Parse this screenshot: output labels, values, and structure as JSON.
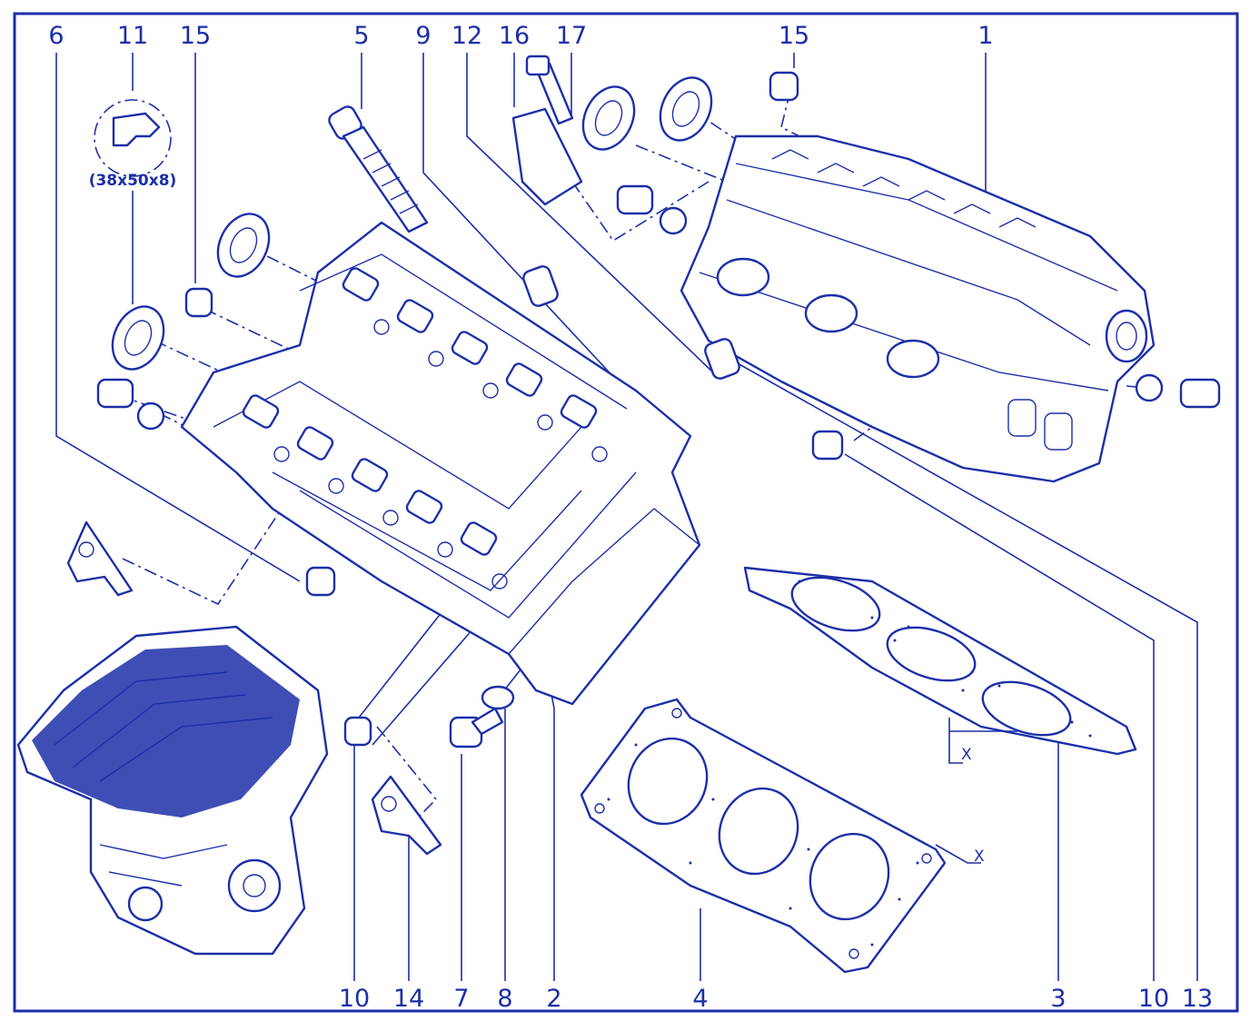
{
  "accent_color": "#1c2fa8",
  "background_color": "#ffffff",
  "callouts": [
    {
      "id": "c6",
      "label": "6"
    },
    {
      "id": "c11",
      "label": "11"
    },
    {
      "id": "c15a",
      "label": "15"
    },
    {
      "id": "c5",
      "label": "5"
    },
    {
      "id": "c9",
      "label": "9"
    },
    {
      "id": "c12",
      "label": "12"
    },
    {
      "id": "c16",
      "label": "16"
    },
    {
      "id": "c17",
      "label": "17"
    },
    {
      "id": "c15b",
      "label": "15"
    },
    {
      "id": "c1",
      "label": "1"
    },
    {
      "id": "c10a",
      "label": "10"
    },
    {
      "id": "c14",
      "label": "14"
    },
    {
      "id": "c7",
      "label": "7"
    },
    {
      "id": "c8",
      "label": "8"
    },
    {
      "id": "c2",
      "label": "2"
    },
    {
      "id": "c4",
      "label": "4"
    },
    {
      "id": "c3",
      "label": "3"
    },
    {
      "id": "c10b",
      "label": "10"
    },
    {
      "id": "c13",
      "label": "13"
    }
  ],
  "seal_size_note": "(38x50x8)",
  "dimension_marks": {
    "gasket_3": "X",
    "gasket_4": "X"
  }
}
